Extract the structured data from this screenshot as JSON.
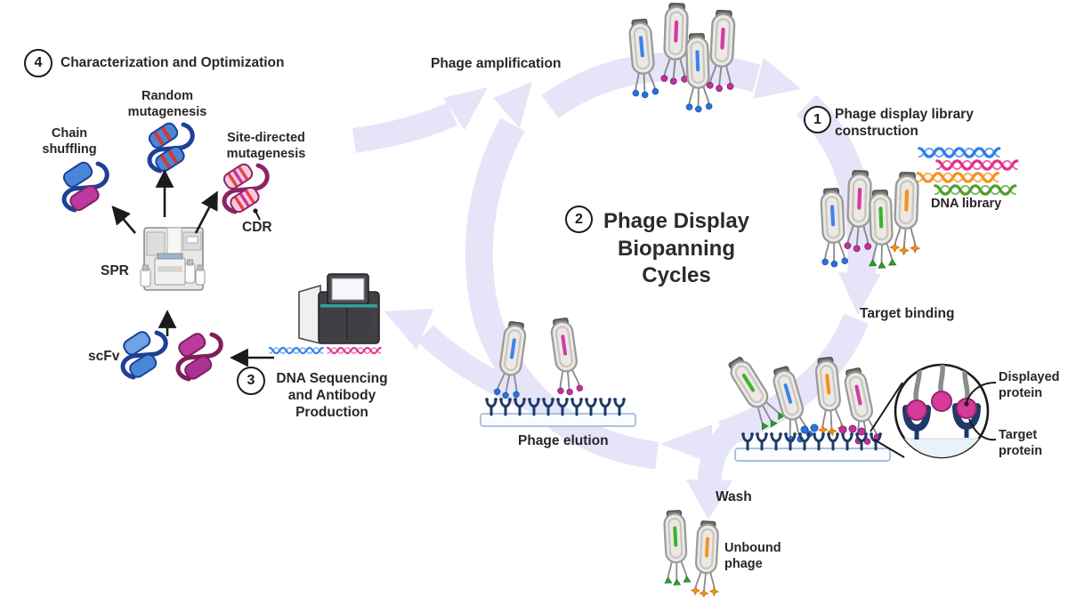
{
  "diagram": {
    "center": {
      "number": "2",
      "title": "Phage Display Biopanning Cycles"
    },
    "cycle": {
      "phage_amplification": "Phage amplification",
      "target_binding": "Target binding",
      "wash": "Wash",
      "unbound_phage": "Unbound phage",
      "phage_elution": "Phage elution"
    },
    "step1": {
      "number": "1",
      "title": "Phage display library construction",
      "dna_library_label": "DNA library"
    },
    "step3": {
      "number": "3",
      "title": "DNA Sequencing and Antibody Production"
    },
    "step4": {
      "number": "4",
      "title": "Characterization and Optimization",
      "random_mutagenesis": "Random mutagenesis",
      "chain_shuffling": "Chain shuffling",
      "site_directed_mutagenesis": "Site-directed mutagenesis",
      "cdr": "CDR",
      "spr": "SPR",
      "scfv": "scFv"
    },
    "callouts": {
      "displayed_protein": "Displayed protein",
      "target_protein": "Target protein"
    },
    "colors": {
      "cycle_arrow": "#E5E4F8",
      "phage_body": "#ECE9E5",
      "phage_cap": "#707070",
      "blue": "#2D7FE8",
      "pink": "#D23AA4",
      "green": "#4E9E2F",
      "orange": "#F5921E",
      "receptor_navy": "#1E3A68",
      "displayed_protein_pink": "#D63A9B",
      "ribbon_navy": "#1D4096",
      "ribbon_magenta": "#8F2366",
      "text": "#28262b"
    }
  }
}
